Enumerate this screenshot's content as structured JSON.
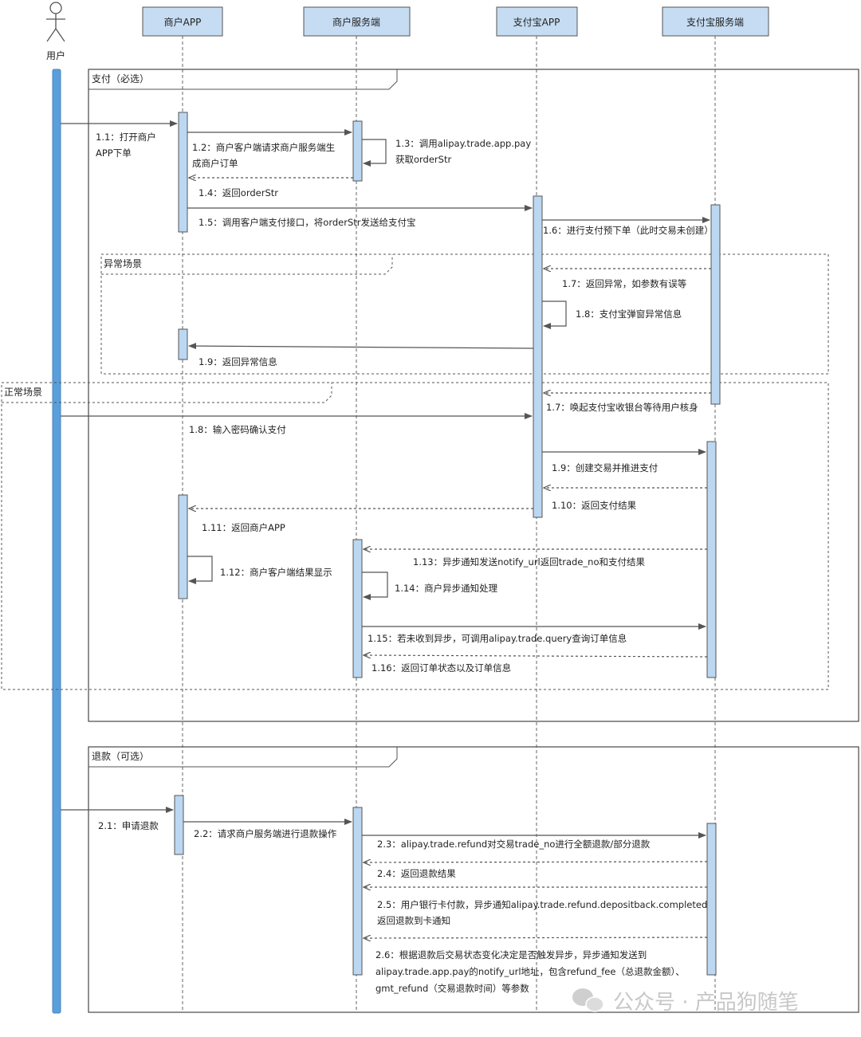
{
  "actor": {
    "label": "用户"
  },
  "participants": [
    "商户APP",
    "商户服务端",
    "支付宝APP",
    "支付宝服务端"
  ],
  "frames": {
    "pay": "支付（必选）",
    "exception": "异常场景",
    "normal": "正常场景",
    "refund": "退款（可选）"
  },
  "messages": {
    "m1_1": [
      "1.1：打开商户",
      "APP下单"
    ],
    "m1_2": [
      "1.2：商户客户端请求商户服务端生",
      "成商户订单"
    ],
    "m1_3": [
      "1.3：调用alipay.trade.app.pay",
      "获取orderStr"
    ],
    "m1_4": "1.4：返回orderStr",
    "m1_5": "1.5：调用客户端支付接口，将orderStr发送给支付宝",
    "m1_6": "1.6：进行支付预下单（此时交易未创建）",
    "m1_7a": "1.7：返回异常，如参数有误等",
    "m1_8a": "1.8：支付宝弹窗异常信息",
    "m1_9a": "1.9：返回异常信息",
    "m1_7b": "1.7：唤起支付宝收银台等待用户核身",
    "m1_8b": "1.8：输入密码确认支付",
    "m1_9b": "1.9：创建交易并推进支付",
    "m1_10": "1.10：返回支付结果",
    "m1_11": "1.11：返回商户APP",
    "m1_12": "1.12：商户客户端结果显示",
    "m1_13": "1.13：异步通知发送notify_url返回trade_no和支付结果",
    "m1_14": "1.14：商户异步通知处理",
    "m1_15": "1.15：若未收到异步，可调用alipay.trade.query查询订单信息",
    "m1_16": "1.16：返回订单状态以及订单信息",
    "m2_1": "2.1：申请退款",
    "m2_2": "2.2：请求商户服务端进行退款操作",
    "m2_3": "2.3：alipay.trade.refund对交易trade_no进行全额退款/部分退款",
    "m2_4": "2.4：返回退款结果",
    "m2_5": [
      "2.5：用户银行卡付款，异步通知alipay.trade.refund.depositback.completed",
      "返回退款到卡通知"
    ],
    "m2_6": [
      "2.6：根据退款后交易状态变化决定是否触发异步，异步通知发送到",
      "alipay.trade.app.pay的notify_url地址，包含refund_fee（总退款金额）、",
      "gmt_refund（交易退款时间）等参数"
    ]
  },
  "watermark": "公众号 · 产品狗随笔",
  "colors": {
    "participant_fill": "#c5dcf2",
    "activation_fill": "#bcd7f1",
    "user_lifeline": "#5a9fdc",
    "line": "#555555"
  }
}
